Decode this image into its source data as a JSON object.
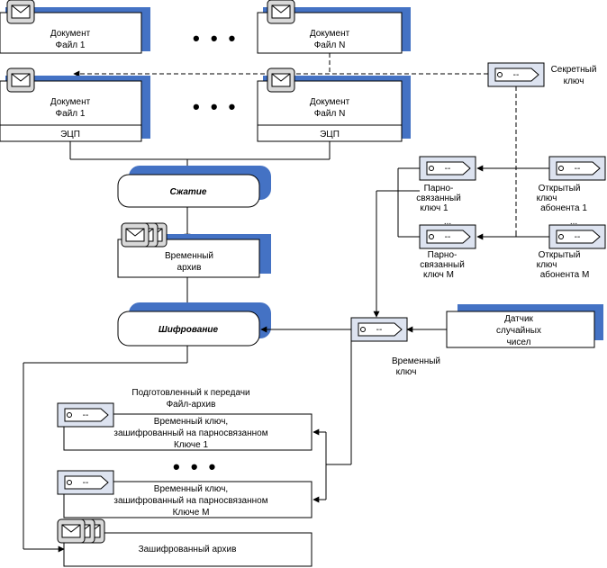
{
  "labels": {
    "doc1_line1": "Документ",
    "doc1_line2": "Файл 1",
    "docN_line1": "Документ",
    "docN_line2": "Файл N",
    "ellipsis": "• • •",
    "ecp": "ЭЦП",
    "secret_key_1": "Секретный",
    "secret_key_2": "ключ",
    "key_tag_text": "--",
    "compress": "Сжатие",
    "temp_archive_1": "Временный",
    "temp_archive_2": "архив",
    "encrypt": "Шифрование",
    "paired_key_1_a": "Парно-",
    "paired_key_1_b": "связанный",
    "paired_key_1_c": "ключ 1",
    "paired_key_M_a": "Парно-",
    "paired_key_M_b": "связанный",
    "paired_key_M_c": "ключ M",
    "small_dots": "...",
    "open_key_1_a": "Открытый",
    "open_key_1_b": "ключ",
    "open_key_1_c": "абонента 1",
    "open_key_M_a": "Открытый",
    "open_key_M_b": "ключ",
    "open_key_M_c": "абонента M",
    "rng_1": "Датчик",
    "rng_2": "случайных",
    "rng_3": "чисел",
    "temp_key_1": "Временный",
    "temp_key_2": "ключ",
    "prepared_1": "Подготовленный к передачи",
    "prepared_2": "Файл-архив",
    "enc1_1": "Временный ключ,",
    "enc1_2": "зашифрованный на парносвязанном",
    "enc1_3": "Ключе 1",
    "encM_1": "Временный ключ,",
    "encM_2": "зашифрованный на парносвязанном",
    "encM_3": "Ключе M",
    "enc_archive": "Зашифрованный архив"
  },
  "colors": {
    "shadow": "#4472c4",
    "envelope_fill": "#d9d9d9",
    "tag_fill": "#dde3f0"
  }
}
